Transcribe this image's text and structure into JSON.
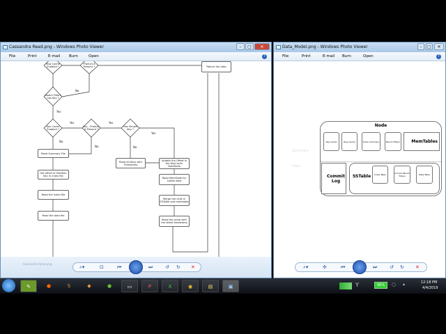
{
  "left_window": {
    "title": "Cassandra Read.png - Windows Photo Viewer",
    "menu": [
      "File",
      "Print",
      "E-mail",
      "Burn",
      "Open"
    ],
    "flowchart": {
      "row_cache": "Row Cache Enabled ?",
      "product_a": "Product A Present ?",
      "return_data": "Return the data",
      "bloom": "Bloom Filters has Key ?",
      "key_cache": "Key Cache Enabled ?",
      "key_product": "Key - Product A Present ?",
      "simple_key": "Has Simple Key ?",
      "summary": "Read Summary File",
      "all_keys": "Read All Keys with Timestamp",
      "update_offset": "Update the Offset in the KeyCache DataTable",
      "memtable": "Read MemTable for Latest data",
      "merge": "Merge the cells in SSTable and memtable",
      "latest": "Read the value with the latest timestamp",
      "offset": "Get offset of Partition Key in index file",
      "index": "Read the index file",
      "data": "Read the data file",
      "yes": "Yes",
      "no": "No"
    },
    "ghost_caption": "Cassandra Read.png"
  },
  "right_window": {
    "title": "Data_Model.png - Windows Photo Viewer",
    "menu": [
      "File",
      "Print",
      "E-mail",
      "Burn",
      "Open"
    ],
    "ghost_labels": [
      "Summary",
      "Data"
    ],
    "diagram": {
      "node": "Node",
      "key_cache": "Key Cache",
      "row_cache": "Row Cache",
      "index_summary": "Index Summary",
      "bloom": "Bloom Filters",
      "memtables": "MemTables",
      "commit_log": "Commit Log",
      "sstable": "SSTable",
      "index_table": "Index Table",
      "column_bloom": "Column Bloom Filters",
      "data_table": "Data Table"
    }
  },
  "taskbar": {
    "battery": "96%",
    "time": "12:18 PM",
    "date": "4/4/2019",
    "apps": [
      "notepad",
      "firefox",
      "sublime",
      "git",
      "spring",
      "cmd",
      "powerpoint",
      "excel",
      "chrome",
      "explorer",
      "photo-viewer"
    ]
  }
}
